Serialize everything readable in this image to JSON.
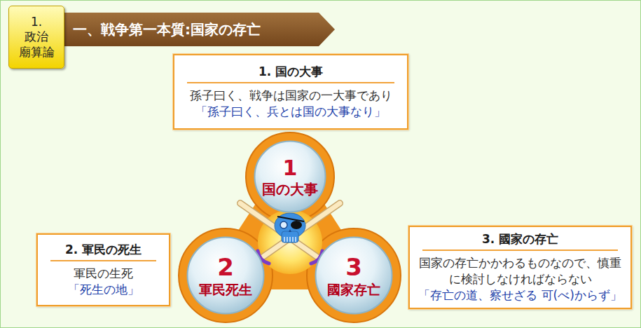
{
  "diagram": {
    "title": "一、戦争第一本質:国家の存亡",
    "nodes": [
      {
        "text": [
          "1. 政治 廟算論"
        ]
      },
      {
        "text": [
          "1. 国の大事",
          "孫子曰く、戦争は国家の一大事であり",
          "「孫子曰く、兵とは国の大事なり」"
        ]
      },
      {
        "text": [
          "1",
          "国の大事"
        ]
      },
      {
        "text": [
          "2. 軍民の死生",
          "軍民の生死",
          "「死生の地」"
        ]
      },
      {
        "text": [
          "2",
          "軍民死生"
        ]
      },
      {
        "text": [
          "3",
          "國家存亡"
        ]
      },
      {
        "text": [
          "3. 國家の存亡",
          "国家の存亡かかわるものなので、慎重に検討しなければならない",
          "「存亡の道、察せざる 可(べ)からず」"
        ]
      }
    ]
  }
}
